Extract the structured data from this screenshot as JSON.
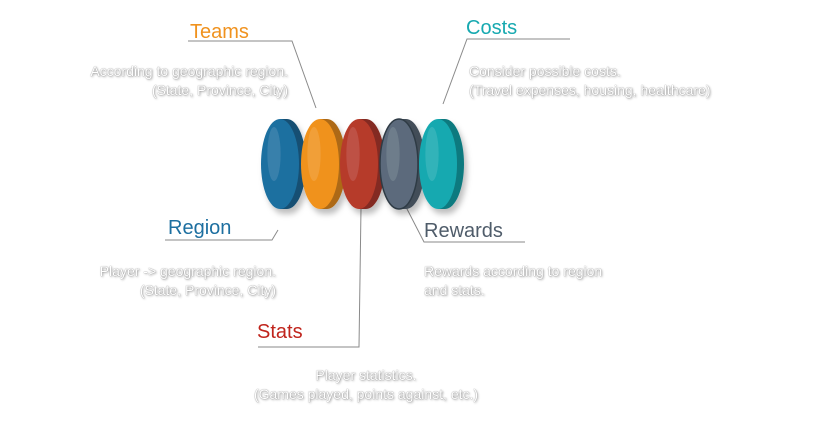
{
  "colors": {
    "region": "#1d6fa0",
    "teams": "#f0921e",
    "stats": "#b63a2c",
    "rewards": "#5b6b7b",
    "costs": "#17a9b0",
    "line": "#8a8a8a"
  },
  "segments": [
    {
      "key": "teams",
      "title": "Teams",
      "lines": [
        "According to geographic region.",
        "(State, Province, City)"
      ]
    },
    {
      "key": "costs",
      "title": "Costs",
      "lines": [
        "Consider possible costs.",
        "(Travel expenses, housing, healthcare)"
      ]
    },
    {
      "key": "region",
      "title": "Region",
      "lines": [
        "Player -> geographic region.",
        "(State, Province, City)"
      ]
    },
    {
      "key": "rewards",
      "title": "Rewards",
      "lines": [
        "Rewards according to region",
        "and stats."
      ]
    },
    {
      "key": "stats",
      "title": "Stats",
      "lines": [
        "Player statistics.",
        "(Games played, points against, etc.)"
      ]
    }
  ]
}
